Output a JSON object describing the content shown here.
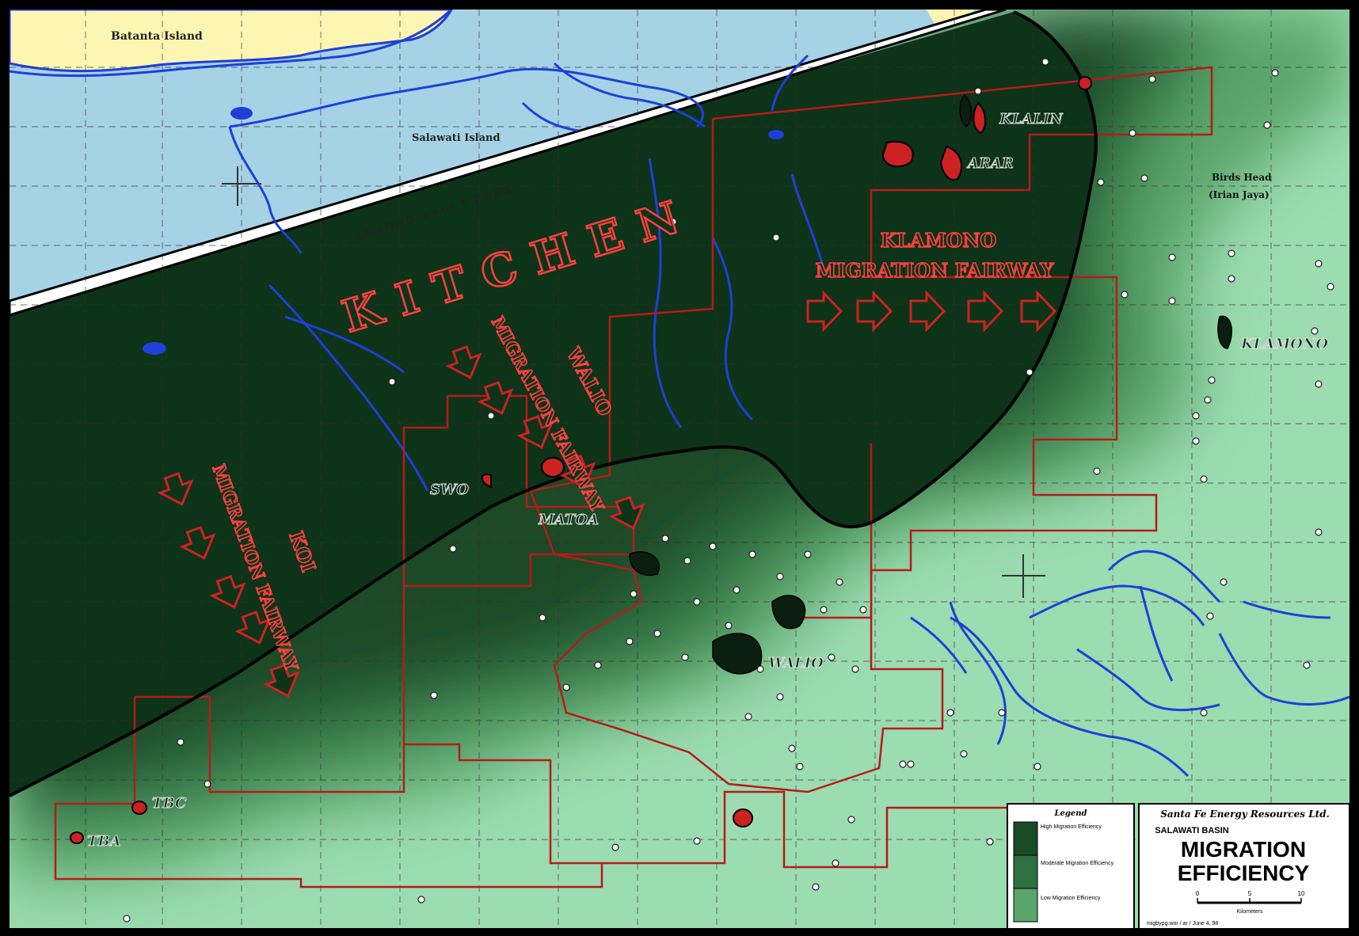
{
  "colors": {
    "sea": "#a6d2e6",
    "land_yellow": "#fdf6b2",
    "kitchen": "#0d3318",
    "zone_high": "#1b4a26",
    "zone_mid": "#2e7040",
    "zone_low": "#5aa56b",
    "zone_lowest": "#9bdcb0",
    "red": "#cc2222",
    "blue": "#1f3fd9"
  },
  "places": {
    "batanta": "Batanta Island",
    "salawati": "Salawati Island",
    "birds_head_line1": "Birds Head",
    "birds_head_line2": "(Irian Jaya)",
    "sorong_fault": "SORONG FAULT ZONE"
  },
  "labels": {
    "kitchen": "KITCHEN",
    "klamono_fairway_line1": "KLAMONO",
    "klamono_fairway_line2": "MIGRATION FAIRWAY",
    "walio_fairway_line1": "WALIO",
    "walio_fairway_line2": "MIGRATION FAIRWAY",
    "koi_fairway_line1": "KOI",
    "koi_fairway_line2": "MIGRATION FAIRWAY"
  },
  "fields": {
    "kalin": "KLALIN",
    "arar": "ARAR",
    "klamono": "KLAMONO",
    "swo": "SWO",
    "matoa": "MATOA",
    "walio": "WALIO",
    "tbc": "TBC",
    "tba": "TBA"
  },
  "legend": {
    "heading": "Legend",
    "high": "High Migration Efficiency",
    "moderate": "Moderate Migration Efficiency",
    "low": "Low Migration Efficiency"
  },
  "title_block": {
    "company": "Santa Fe Energy Resources Ltd.",
    "basin": "SALAWATI BASIN",
    "title_line1": "MIGRATION",
    "title_line2": "EFFICIENCY",
    "scale_ticks": [
      "0",
      "5",
      "10"
    ],
    "scale_unit": "Kilometers",
    "footer": "migbypg.wor / ar / June 4, 98"
  }
}
